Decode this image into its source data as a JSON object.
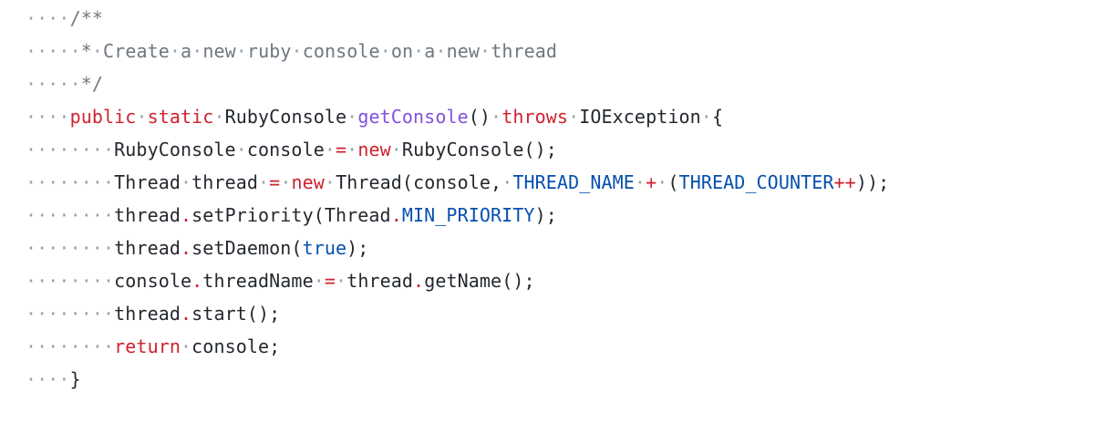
{
  "editor": {
    "lines": [
      {
        "tokens": [
          {
            "t": "····",
            "c": "ws"
          },
          {
            "t": "/**",
            "c": "comment"
          }
        ]
      },
      {
        "tokens": [
          {
            "t": "·····",
            "c": "ws"
          },
          {
            "t": "*",
            "c": "comment"
          },
          {
            "t": "·",
            "c": "ws"
          },
          {
            "t": "Create",
            "c": "comment"
          },
          {
            "t": "·",
            "c": "ws"
          },
          {
            "t": "a",
            "c": "comment"
          },
          {
            "t": "·",
            "c": "ws"
          },
          {
            "t": "new",
            "c": "comment"
          },
          {
            "t": "·",
            "c": "ws"
          },
          {
            "t": "ruby",
            "c": "comment"
          },
          {
            "t": "·",
            "c": "ws"
          },
          {
            "t": "console",
            "c": "comment"
          },
          {
            "t": "·",
            "c": "ws"
          },
          {
            "t": "on",
            "c": "comment"
          },
          {
            "t": "·",
            "c": "ws"
          },
          {
            "t": "a",
            "c": "comment"
          },
          {
            "t": "·",
            "c": "ws"
          },
          {
            "t": "new",
            "c": "comment"
          },
          {
            "t": "·",
            "c": "ws"
          },
          {
            "t": "thread",
            "c": "comment"
          }
        ]
      },
      {
        "tokens": [
          {
            "t": "·····",
            "c": "ws"
          },
          {
            "t": "*/",
            "c": "comment"
          }
        ]
      },
      {
        "tokens": [
          {
            "t": "····",
            "c": "ws"
          },
          {
            "t": "public",
            "c": "kw"
          },
          {
            "t": "·",
            "c": "ws"
          },
          {
            "t": "static",
            "c": "kw"
          },
          {
            "t": "·",
            "c": "ws"
          },
          {
            "t": "RubyConsole",
            "c": "plain"
          },
          {
            "t": "·",
            "c": "ws"
          },
          {
            "t": "getConsole",
            "c": "fn"
          },
          {
            "t": "()",
            "c": "plain"
          },
          {
            "t": "·",
            "c": "ws"
          },
          {
            "t": "throws",
            "c": "kw"
          },
          {
            "t": "·",
            "c": "ws"
          },
          {
            "t": "IOException",
            "c": "plain"
          },
          {
            "t": "·",
            "c": "ws"
          },
          {
            "t": "{",
            "c": "plain"
          }
        ]
      },
      {
        "tokens": [
          {
            "t": "········",
            "c": "ws"
          },
          {
            "t": "RubyConsole",
            "c": "plain"
          },
          {
            "t": "·",
            "c": "ws"
          },
          {
            "t": "console",
            "c": "plain"
          },
          {
            "t": "·",
            "c": "ws"
          },
          {
            "t": "=",
            "c": "op"
          },
          {
            "t": "·",
            "c": "ws"
          },
          {
            "t": "new",
            "c": "kw"
          },
          {
            "t": "·",
            "c": "ws"
          },
          {
            "t": "RubyConsole();",
            "c": "plain"
          }
        ]
      },
      {
        "tokens": [
          {
            "t": "········",
            "c": "ws"
          },
          {
            "t": "Thread",
            "c": "plain"
          },
          {
            "t": "·",
            "c": "ws"
          },
          {
            "t": "thread",
            "c": "plain"
          },
          {
            "t": "·",
            "c": "ws"
          },
          {
            "t": "=",
            "c": "op"
          },
          {
            "t": "·",
            "c": "ws"
          },
          {
            "t": "new",
            "c": "kw"
          },
          {
            "t": "·",
            "c": "ws"
          },
          {
            "t": "Thread(console,",
            "c": "plain"
          },
          {
            "t": "·",
            "c": "ws"
          },
          {
            "t": "THREAD_NAME",
            "c": "const"
          },
          {
            "t": "·",
            "c": "ws"
          },
          {
            "t": "+",
            "c": "op"
          },
          {
            "t": "·",
            "c": "ws"
          },
          {
            "t": "(",
            "c": "plain"
          },
          {
            "t": "THREAD_COUNTER",
            "c": "const"
          },
          {
            "t": "++",
            "c": "op"
          },
          {
            "t": "));",
            "c": "plain"
          }
        ]
      },
      {
        "tokens": [
          {
            "t": "········",
            "c": "ws"
          },
          {
            "t": "thread",
            "c": "plain"
          },
          {
            "t": ".",
            "c": "op"
          },
          {
            "t": "setPriority(Thread",
            "c": "plain"
          },
          {
            "t": ".",
            "c": "op"
          },
          {
            "t": "MIN_PRIORITY",
            "c": "const"
          },
          {
            "t": ");",
            "c": "plain"
          }
        ]
      },
      {
        "tokens": [
          {
            "t": "········",
            "c": "ws"
          },
          {
            "t": "thread",
            "c": "plain"
          },
          {
            "t": ".",
            "c": "op"
          },
          {
            "t": "setDaemon(",
            "c": "plain"
          },
          {
            "t": "true",
            "c": "const"
          },
          {
            "t": ");",
            "c": "plain"
          }
        ]
      },
      {
        "tokens": [
          {
            "t": "········",
            "c": "ws"
          },
          {
            "t": "console",
            "c": "plain"
          },
          {
            "t": ".",
            "c": "op"
          },
          {
            "t": "threadName",
            "c": "plain"
          },
          {
            "t": "·",
            "c": "ws"
          },
          {
            "t": "=",
            "c": "op"
          },
          {
            "t": "·",
            "c": "ws"
          },
          {
            "t": "thread",
            "c": "plain"
          },
          {
            "t": ".",
            "c": "op"
          },
          {
            "t": "getName();",
            "c": "plain"
          }
        ]
      },
      {
        "tokens": [
          {
            "t": "········",
            "c": "ws"
          },
          {
            "t": "thread",
            "c": "plain"
          },
          {
            "t": ".",
            "c": "op"
          },
          {
            "t": "start();",
            "c": "plain"
          }
        ]
      },
      {
        "tokens": [
          {
            "t": "········",
            "c": "ws"
          },
          {
            "t": "return",
            "c": "kw"
          },
          {
            "t": "·",
            "c": "ws"
          },
          {
            "t": "console;",
            "c": "plain"
          }
        ]
      },
      {
        "tokens": [
          {
            "t": "····",
            "c": "ws"
          },
          {
            "t": "}",
            "c": "plain"
          }
        ]
      }
    ]
  },
  "colors": {
    "background": "#ffffff",
    "plain": "#24292f",
    "comment": "#6e7781",
    "keyword": "#cf222e",
    "function": "#8250df",
    "constant": "#0550ae",
    "whitespace_marker": "#9aa1a9"
  }
}
